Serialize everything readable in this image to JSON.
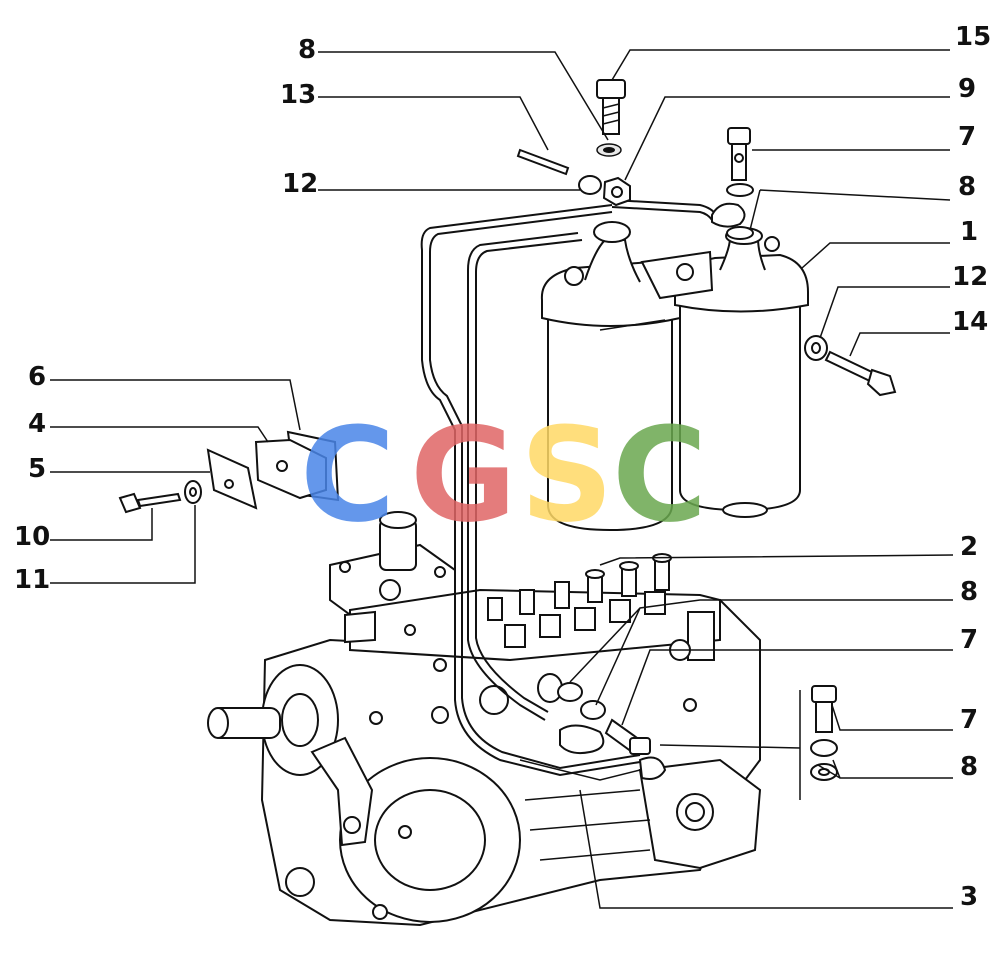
{
  "callouts": [
    {
      "id": "c15",
      "label": "15"
    },
    {
      "id": "c8a",
      "label": "8"
    },
    {
      "id": "c9",
      "label": "9"
    },
    {
      "id": "c13",
      "label": "13"
    },
    {
      "id": "c7a",
      "label": "7"
    },
    {
      "id": "c12a",
      "label": "12"
    },
    {
      "id": "c8b",
      "label": "8"
    },
    {
      "id": "c1",
      "label": "1"
    },
    {
      "id": "c12b",
      "label": "12"
    },
    {
      "id": "c14",
      "label": "14"
    },
    {
      "id": "c6",
      "label": "6"
    },
    {
      "id": "c4",
      "label": "4"
    },
    {
      "id": "c5",
      "label": "5"
    },
    {
      "id": "c10",
      "label": "10"
    },
    {
      "id": "c11",
      "label": "11"
    },
    {
      "id": "c2",
      "label": "2"
    },
    {
      "id": "c8c",
      "label": "8"
    },
    {
      "id": "c7b",
      "label": "7"
    },
    {
      "id": "c7c",
      "label": "7"
    },
    {
      "id": "c8d",
      "label": "8"
    },
    {
      "id": "c3",
      "label": "3"
    }
  ],
  "watermark": {
    "letters": [
      "C",
      "G",
      "S",
      "C"
    ],
    "colors": [
      "#4a86e8",
      "#e06666",
      "#ffd966",
      "#6aa84f"
    ]
  }
}
